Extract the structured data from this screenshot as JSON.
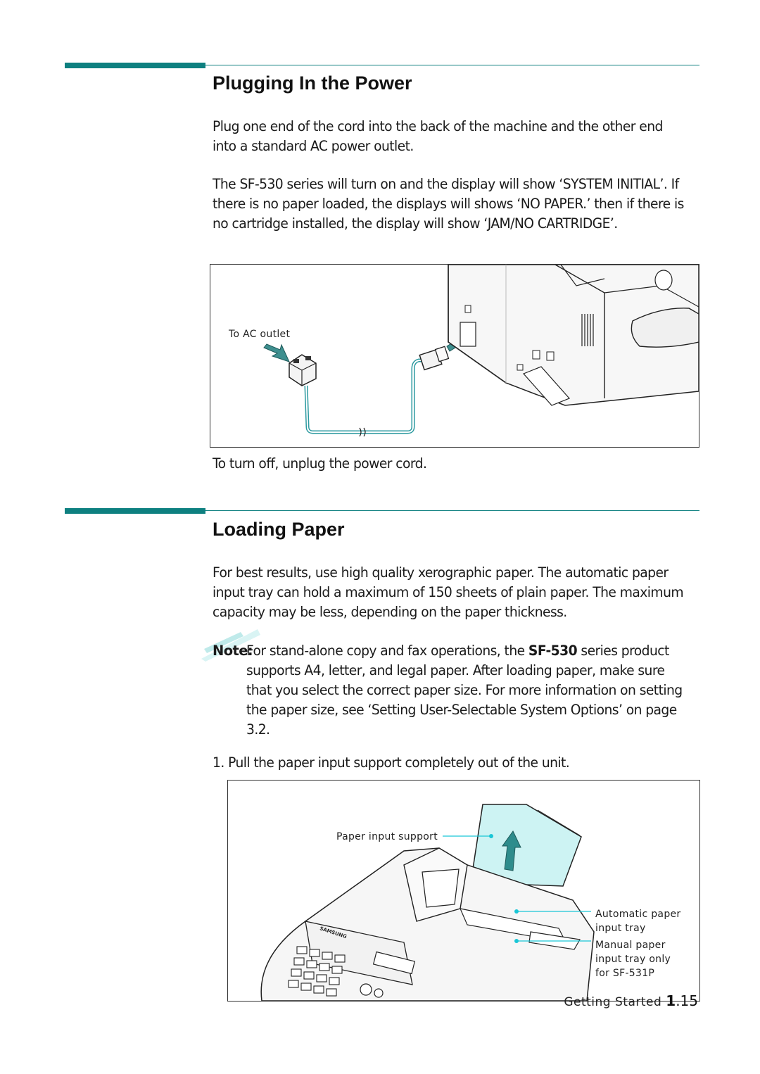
{
  "section1": {
    "title": "Plugging In the Power",
    "para1": "Plug one end of the cord into the back of the machine and the other end into a standard AC power outlet.",
    "para2": "The SF-530 series will turn on and the display will show ‘SYSTEM INITIAL’. If there is no paper loaded, the displays will shows ‘NO PAPER.’ then if there is no cartridge installed, the display will show ‘JAM/NO CARTRIDGE’.",
    "figure_label": "To AC outlet",
    "after_figure": "To turn off, unplug the power cord."
  },
  "section2": {
    "title": "Loading Paper",
    "para1": "For best results, use high quality xerographic paper. The automatic paper input tray can hold a maximum of 150 sheets of plain paper. The maximum capacity may be less, depending on the paper thickness.",
    "note_label": "Note:",
    "note_pre": "For stand-alone copy and fax operations, the ",
    "note_model": "SF-530",
    "note_post": " series product supports A4, letter, and legal paper. After loading paper, make sure that you select the correct paper size. For more information on setting the paper size, see ‘Setting User-Selectable System Options’ on page 3.2.",
    "step1": "1. Pull the paper input support completely out of the unit.",
    "figure_labels": {
      "paper_input_support": "Paper input support",
      "auto_tray_line1": "Automatic paper",
      "auto_tray_line2": "input tray",
      "manual_line1": "Manual paper",
      "manual_line2": "input tray only",
      "manual_line3": "for SF-531P",
      "brand": "SAMSUNG"
    }
  },
  "footer": {
    "section_name": "Getting Started",
    "chapter": "1",
    "page": ".15"
  },
  "colors": {
    "accent_teal": "#0e8080",
    "callout_cyan": "#19c6d6",
    "paper_support_fill": "#cdf3f3"
  }
}
